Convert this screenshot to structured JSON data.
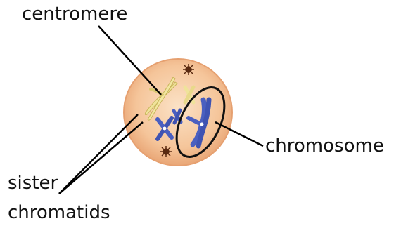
{
  "labels": {
    "centromere": "centromere",
    "chromosome": "chromosome",
    "sister": "sister",
    "chromatids": "chromatids"
  },
  "colors": {
    "cell_fill": "#f3c9a0",
    "cell_edge": "#e7a877",
    "chromosome_yellow": "#efe39a",
    "chromosome_blue": "#4a5fc0",
    "centrosome": "#5a2a10",
    "leader_line": "#000000"
  }
}
